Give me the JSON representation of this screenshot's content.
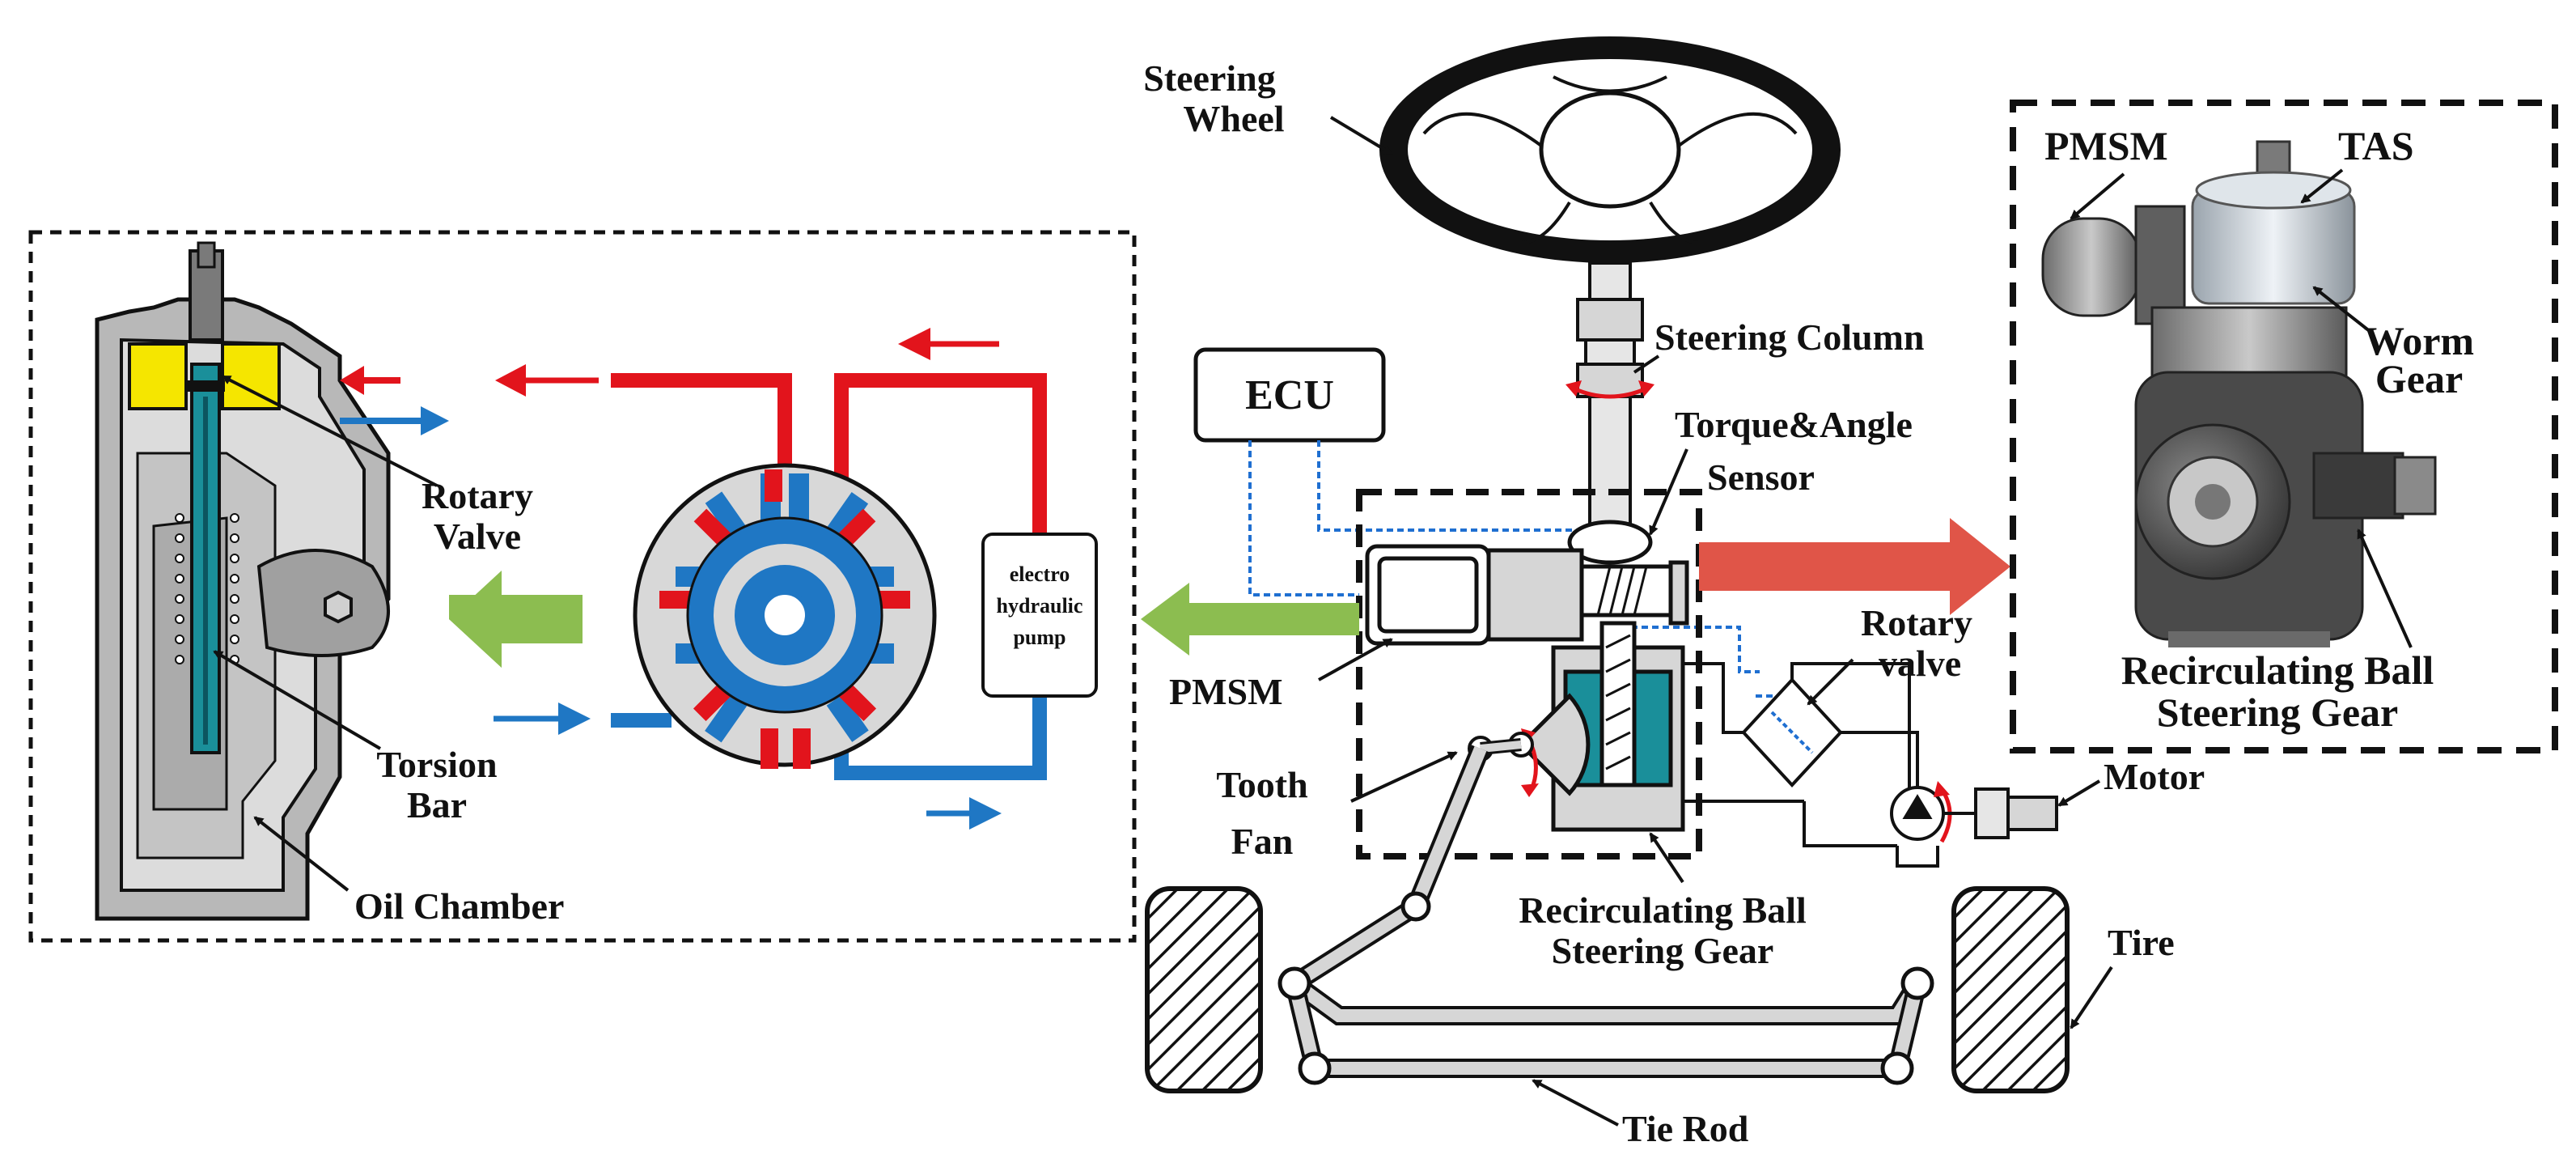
{
  "labels": {
    "steering_wheel_1": "Steering",
    "steering_wheel_2": "Wheel",
    "steering_column": "Steering Column",
    "torque_sensor_1": "Torque&Angle",
    "torque_sensor_2": "Sensor",
    "ecu": "ECU",
    "pmsm_center": "PMSM",
    "tooth_fan_1": "Tooth",
    "tooth_fan_2": "Fan",
    "rotary_valve_center_1": "Rotary",
    "rotary_valve_center_2": "valve",
    "motor": "Motor",
    "rbsg_center_1": "Recirculating Ball",
    "rbsg_center_2": "Steering Gear",
    "tire": "Tire",
    "tie_rod": "Tie Rod",
    "pmsm_right": "PMSM",
    "tas": "TAS",
    "worm_gear_1": "Worm",
    "worm_gear_2": "Gear",
    "rbsg_right_1": "Recirculating Ball",
    "rbsg_right_2": "Steering Gear",
    "rotary_valve_left_1": "Rotary",
    "rotary_valve_left_2": "Valve",
    "torsion_bar_1": "Torsion",
    "torsion_bar_2": "Bar",
    "oil_chamber": "Oil Chamber",
    "pump_1": "electro",
    "pump_2": "hydraulic",
    "pump_3": "pump"
  },
  "colors": {
    "hydraulic_high": "#e2141c",
    "hydraulic_low": "#1f77c4",
    "assist_arrow": "#8cbd50",
    "output_arrow": "#e05548",
    "signal_line": "#1f6fd1",
    "valve_yellow": "#f5e600",
    "gear_teal": "#1a8f9a"
  }
}
